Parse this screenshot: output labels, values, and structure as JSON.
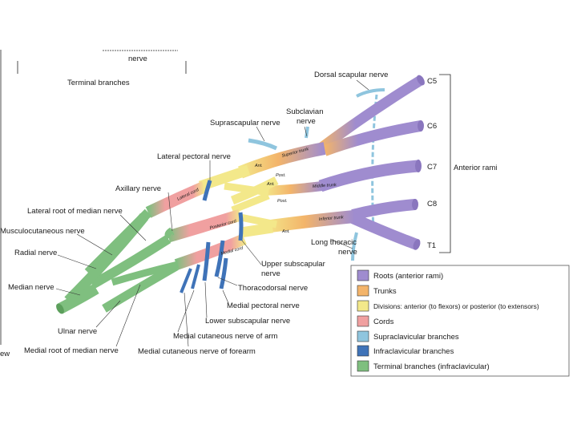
{
  "colors": {
    "roots": "#9f8ccf",
    "trunks": "#f3b46a",
    "divisions": "#f3e88a",
    "cords": "#f0a0a0",
    "supraclavicular": "#8fc5de",
    "infraclavicular": "#3f73b8",
    "terminal": "#7fbf7f"
  },
  "top_labels": {
    "nerve": "nerve",
    "terminal_branches": "Terminal branches",
    "anterior_rami": "Anterior rami",
    "edge_fragment": "ew"
  },
  "root_labels": [
    "C5",
    "C6",
    "C7",
    "C8",
    "T1"
  ],
  "nerve_labels": {
    "dorsal_scapular": "Dorsal scapular nerve",
    "subclavian_line1": "Subclavian",
    "subclavian_line2": "nerve",
    "suprascapular": "Suprascapular nerve",
    "lateral_pectoral": "Lateral pectoral nerve",
    "axillary": "Axillary nerve",
    "lateral_root_median": "Lateral root of median nerve",
    "musculocutaneous": "Musculocutaneous nerve",
    "radial": "Radial nerve",
    "median": "Median nerve",
    "ulnar": "Ulnar nerve",
    "medial_root_median": "Medial root of median nerve",
    "medial_cutaneous_forearm": "Medial cutaneous nerve of forearm",
    "medial_cutaneous_arm": "Medial cutaneous nerve of arm",
    "lower_subscapular": "Lower subscapular nerve",
    "medial_pectoral": "Medial pectoral nerve",
    "thoracodorsal": "Thoracodorsal nerve",
    "upper_subscapular_line1": "Upper subscapular",
    "upper_subscapular_line2": "nerve",
    "long_thoracic_line1": "Long thoracic",
    "long_thoracic_line2": "nerve"
  },
  "inline_labels": {
    "superior_trunk": "Superior trunk",
    "middle_trunk": "Middle trunk",
    "inferior_trunk": "Inferior trunk",
    "lateral_cord": "Lateral cord",
    "posterior_cord": "Posterior cord",
    "medial_cord": "Medial cord",
    "ant1": "Ant.",
    "post1": "Post.",
    "ant2": "Ant.",
    "post2": "Post.",
    "ant3": "Ant."
  },
  "legend": [
    {
      "key": "roots",
      "label": "Roots (anterior rami)"
    },
    {
      "key": "trunks",
      "label": "Trunks"
    },
    {
      "key": "divisions",
      "label": "Divisions: anterior (to flexors) or posterior (to extensors)"
    },
    {
      "key": "cords",
      "label": "Cords"
    },
    {
      "key": "supraclavicular",
      "label": "Supraclavicular branches"
    },
    {
      "key": "infraclavicular",
      "label": "Infraclavicular branches"
    },
    {
      "key": "terminal",
      "label": "Terminal branches (infraclavicular)"
    }
  ]
}
